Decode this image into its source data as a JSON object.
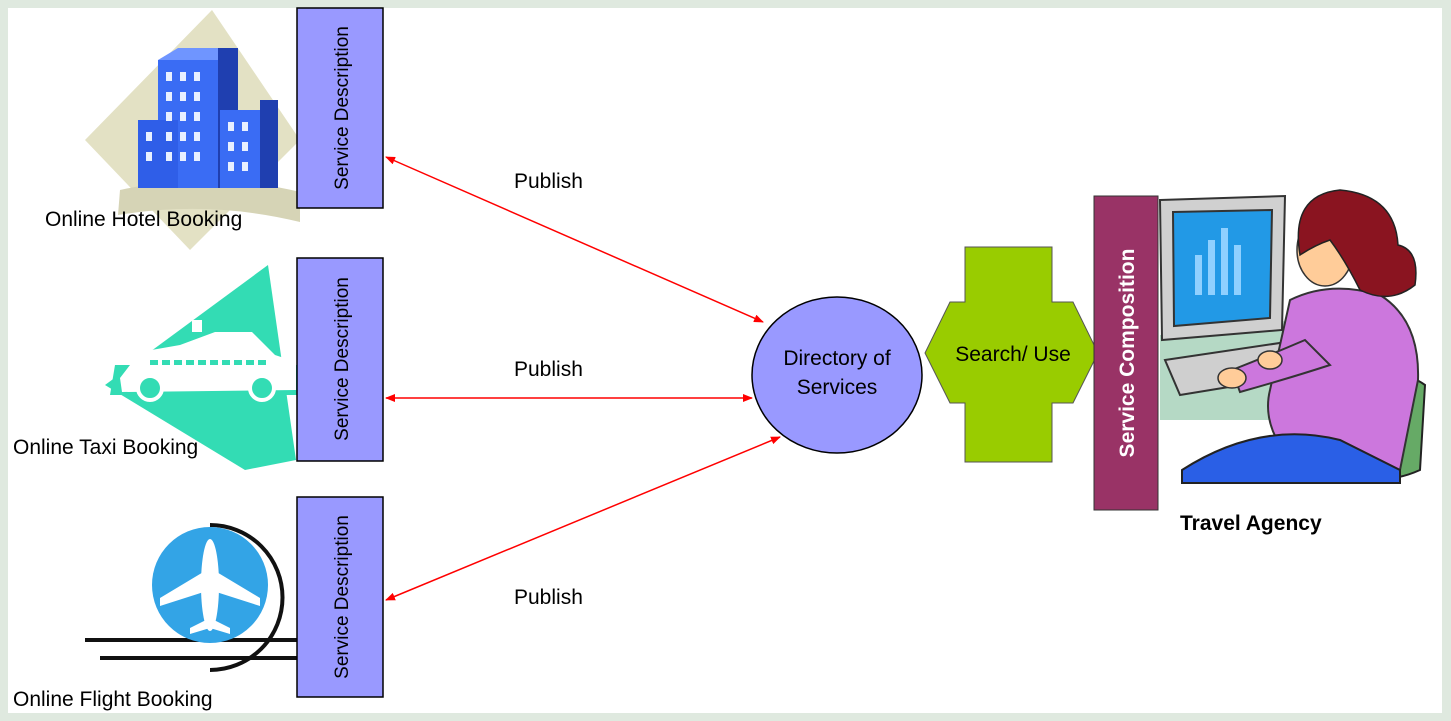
{
  "providers": [
    {
      "name": "Online Hotel Booking",
      "icon": "hotel-building-icon",
      "service_label": "Service Description"
    },
    {
      "name": "Online Taxi Booking",
      "icon": "taxi-icon",
      "service_label": "Service Description"
    },
    {
      "name": "Online Flight Booking",
      "icon": "airplane-icon",
      "service_label": "Service Description"
    }
  ],
  "publish_labels": [
    "Publish",
    "Publish",
    "Publish"
  ],
  "directory": {
    "line1": "Directory of",
    "line2": "Services"
  },
  "search_use": "Search/ Use",
  "service_composition": "Service Composition",
  "agency": {
    "name": "Travel Agency",
    "icon": "person-at-computer-icon"
  },
  "colors": {
    "service_box": "#9999ff",
    "directory": "#9999ff",
    "search_arrow": "#99cc00",
    "composition": "#993366",
    "publish_arrow": "#ff0000",
    "hotel_bg": "#e0e0c0",
    "hotel_building": "#3366ff",
    "taxi": "#33dcb4",
    "plane_disc": "#33a4e6",
    "page_border": "#dfe9df"
  }
}
